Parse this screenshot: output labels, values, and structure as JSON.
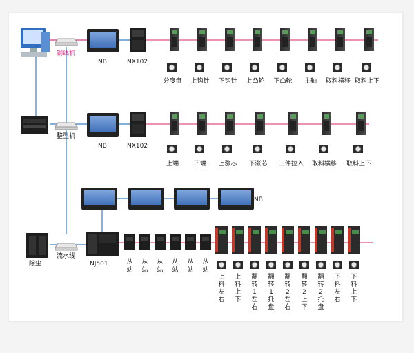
{
  "labels": {
    "computer": "",
    "line_ctrl": "钢线机",
    "machine": "整型机",
    "conveyor": "流水线",
    "dust": "除尘",
    "nb1": "NB",
    "nx1": "NX102",
    "nb2": "NB",
    "nx2": "NX102",
    "nb3": "NB",
    "nj": "NJ501"
  },
  "row1_drives": [
    "分度盘",
    "上钩针",
    "下钩针",
    "上凸轮",
    "下凸轮",
    "主轴",
    "取料横移",
    "取料上下"
  ],
  "row2_drives": [
    "上端",
    "下端",
    "上涨芯",
    "下涨芯",
    "工件拉入",
    "取料横移",
    "取料上下"
  ],
  "slaves": [
    "从站",
    "从站",
    "从站",
    "从站",
    "从站",
    "从站"
  ],
  "row4_drives": [
    "上料左右",
    "上料上下",
    "翻转1左右",
    "翻转1托盘",
    "翻转2左右",
    "翻转2上下",
    "翻转2托盘",
    "下料左右",
    "下料上下"
  ],
  "colors": {
    "ethercat": "#e0507f",
    "ethernet": "#3a7fc4",
    "device": "#1c1c1c",
    "screen": "#5b86c8"
  }
}
